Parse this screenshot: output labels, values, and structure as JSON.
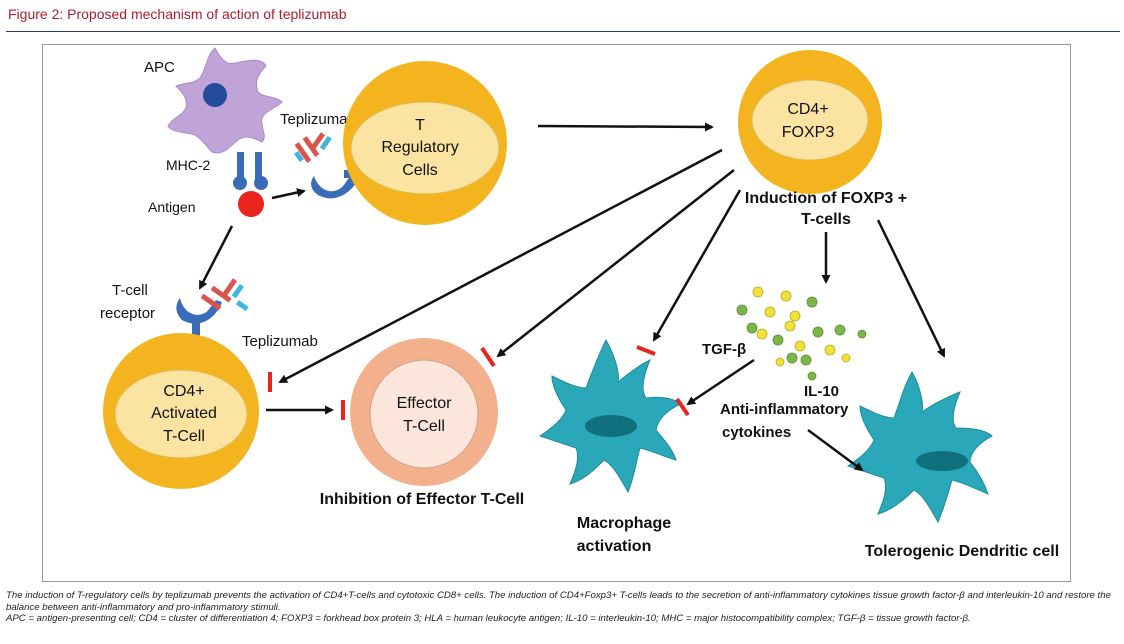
{
  "figure_title": "Figure 2: Proposed mechanism of action of teplizumab",
  "labels": {
    "apc": "APC",
    "teplizumab_top": "Teplizumab",
    "mhc2": "MHC-2",
    "antigen": "Antigen",
    "t_reg_line1": "T",
    "t_reg_line2": "Regulatory",
    "t_reg_line3": "Cells",
    "cd4_foxp3_line1": "CD4+",
    "cd4_foxp3_line2": "FOXP3",
    "induction_line1": "Induction of FOXP3 +",
    "induction_line2": "T-cells",
    "tcell_receptor_line1": "T-cell",
    "tcell_receptor_line2": "receptor",
    "teplizumab_bottom": "Teplizumab",
    "cd4_activated_line1": "CD4+",
    "cd4_activated_line2": "Activated",
    "cd4_activated_line3": "T-Cell",
    "effector_line1": "Effector",
    "effector_line2": "T-Cell",
    "inhibition": "Inhibition of Effector T-Cell",
    "tgf": "TGF-β",
    "il10": "IL-10",
    "anti_inflam_line1": "Anti-inflammatory",
    "anti_inflam_line2": "cytokines",
    "macrophage_line1": "Macrophage",
    "macrophage_line2": "activation",
    "tolerogenic": "Tolerogenic Dendritic cell"
  },
  "caption": {
    "line1": "The induction of T-regulatory cells by teplizumab prevents the activation of CD4+T-cells and cytotoxic CD8+ cells. The induction of CD4+Foxp3+ T-cells leads to the secretion of anti-inflammatory cytokines tissue growth factor-β and interleukin-10 and restore the balance between anti-inflammatory and pro-inflammatory stimuli.",
    "line2": "APC = antigen-presenting cell; CD4 = cluster of differentiation 4; FOXP3 = forkhead box protein 3; HLA = human leukocyte antigen; IL-10 = interleukin-10; MHC = major histocompatibility complex; TGF-β = tissue growth factor-β."
  },
  "colors": {
    "cell_outer": "#f4b420",
    "cell_inner": "#fbe4a2",
    "effector_outer": "#f3b08d",
    "effector_inner": "#fce6dc",
    "apc": "#c0a4d8",
    "nucleus_apc": "#234c9c",
    "receptor": "#3a6cb8",
    "antigen": "#e8241c",
    "antibody_red": "#d9534f",
    "antibody_cyan": "#3fb6e0",
    "macrophage": "#2aa7b8",
    "nucleus_teal": "#11707e",
    "inhibit_bar": "#e8241c",
    "dot_green": "#7ab648",
    "dot_yellow": "#f0e23a"
  }
}
